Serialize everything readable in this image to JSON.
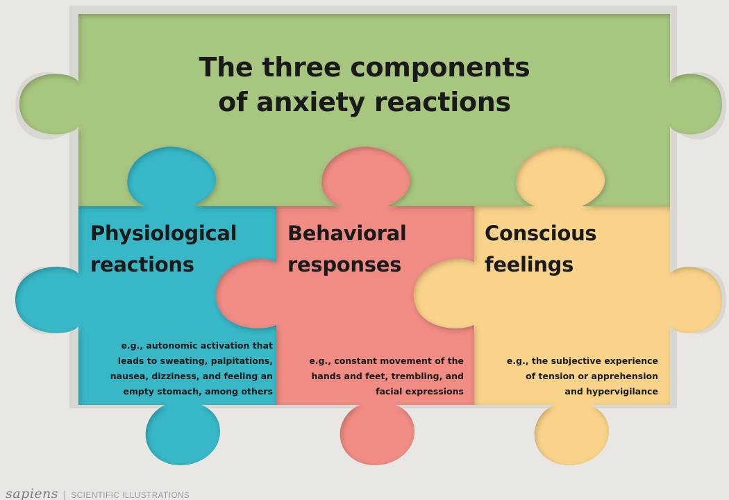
{
  "colors": {
    "background": "#e8e7e3",
    "board": "#d8d7d2",
    "top_piece": "#a7c67f",
    "physiological_piece": "#37b7c6",
    "behavioral_piece": "#f08c84",
    "conscious_piece": "#f9d38a",
    "text": "#1a1a1a"
  },
  "title": {
    "line1": "The three components",
    "line2": "of anxiety reactions"
  },
  "pieces": [
    {
      "heading_line1": "Physiological",
      "heading_line2": "reactions",
      "desc_lines": [
        "e.g., autonomic activation that",
        "leads to sweating, palpitations,",
        "nausea, dizziness, and feeling an",
        "empty stomach, among others"
      ]
    },
    {
      "heading_line1": "Behavioral",
      "heading_line2": "responses",
      "desc_lines": [
        "e.g., constant movement of the",
        "hands and feet, trembling, and",
        "facial expressions"
      ]
    },
    {
      "heading_line1": "Conscious",
      "heading_line2": "feelings",
      "desc_lines": [
        "e.g., the subjective experience",
        "of tension or apprehension",
        "and hypervigilance"
      ]
    }
  ],
  "footer": {
    "brand": "sapiens",
    "separator": "|",
    "tagline": "SCIENTIFIC ILLUSTRATIONS"
  }
}
